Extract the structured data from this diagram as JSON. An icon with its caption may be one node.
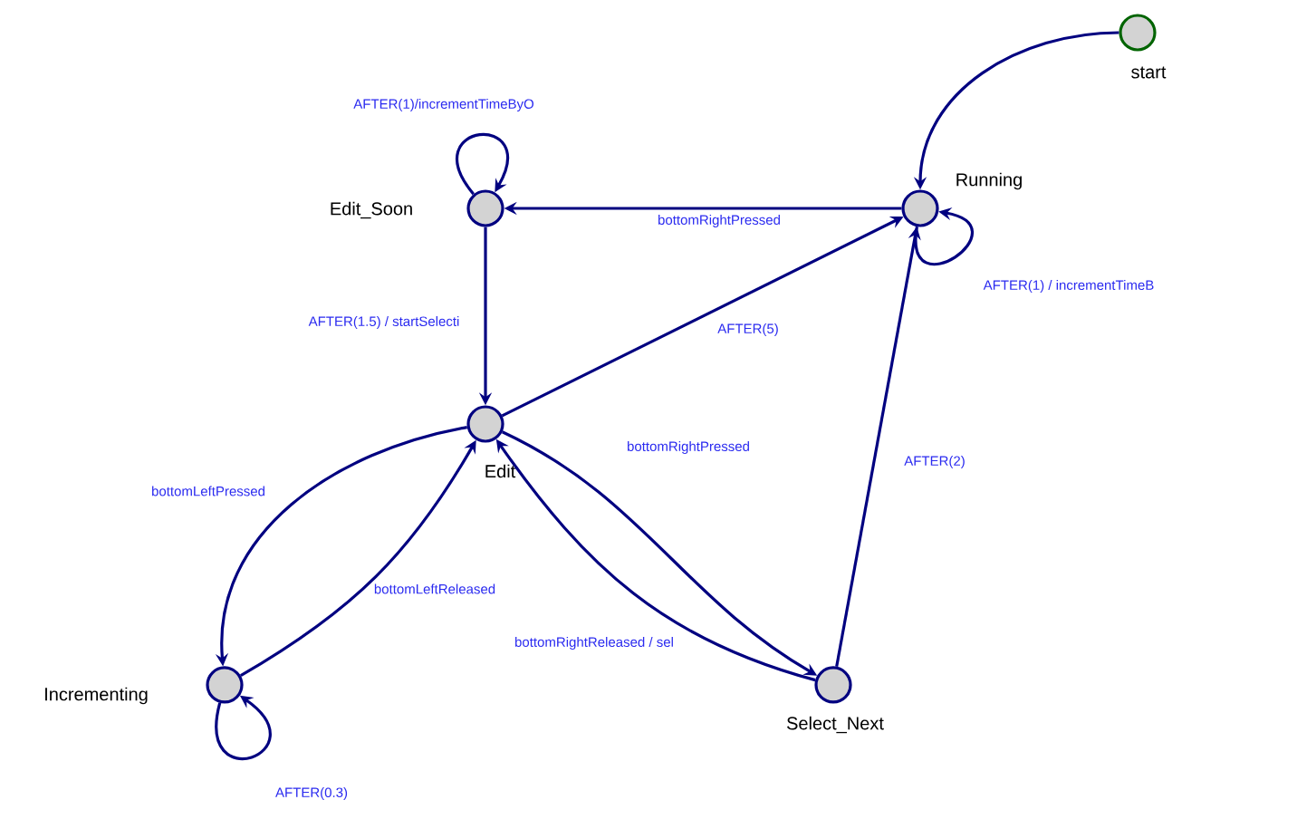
{
  "diagram": {
    "nodes": [
      {
        "text": [
          "start"
        ]
      },
      {
        "text": [
          "Running"
        ]
      },
      {
        "text": [
          "Edit_Soon"
        ]
      },
      {
        "text": [
          "Edit"
        ]
      },
      {
        "text": [
          "Incrementing"
        ]
      },
      {
        "text": [
          "Select_Next"
        ]
      }
    ],
    "edges": [
      {
        "from": 0,
        "to": 1,
        "arrow": "to"
      },
      {
        "from": 1,
        "to": 1,
        "arrow": "to",
        "label": "AFTER(1) / incrementTimeB"
      },
      {
        "from": 1,
        "to": 2,
        "arrow": "to",
        "label": "bottomRightPressed"
      },
      {
        "from": 2,
        "to": 2,
        "arrow": "to",
        "label": "AFTER(1)/incrementTimeByO"
      },
      {
        "from": 2,
        "to": 3,
        "arrow": "to",
        "label": "AFTER(1.5) / startSelecti"
      },
      {
        "from": 3,
        "to": 1,
        "arrow": "to",
        "label": "AFTER(5)"
      },
      {
        "from": 3,
        "to": 5,
        "arrow": "to",
        "label": "bottomRightPressed"
      },
      {
        "from": 5,
        "to": 3,
        "arrow": "to",
        "label": "bottomRightReleased / sel"
      },
      {
        "from": 5,
        "to": 1,
        "arrow": "to",
        "label": "AFTER(2)"
      },
      {
        "from": 3,
        "to": 4,
        "arrow": "to",
        "label": "bottomLeftPressed"
      },
      {
        "from": 4,
        "to": 3,
        "arrow": "to",
        "label": "bottomLeftReleased"
      },
      {
        "from": 4,
        "to": 4,
        "arrow": "to",
        "label": "AFTER(0.3)"
      }
    ]
  }
}
